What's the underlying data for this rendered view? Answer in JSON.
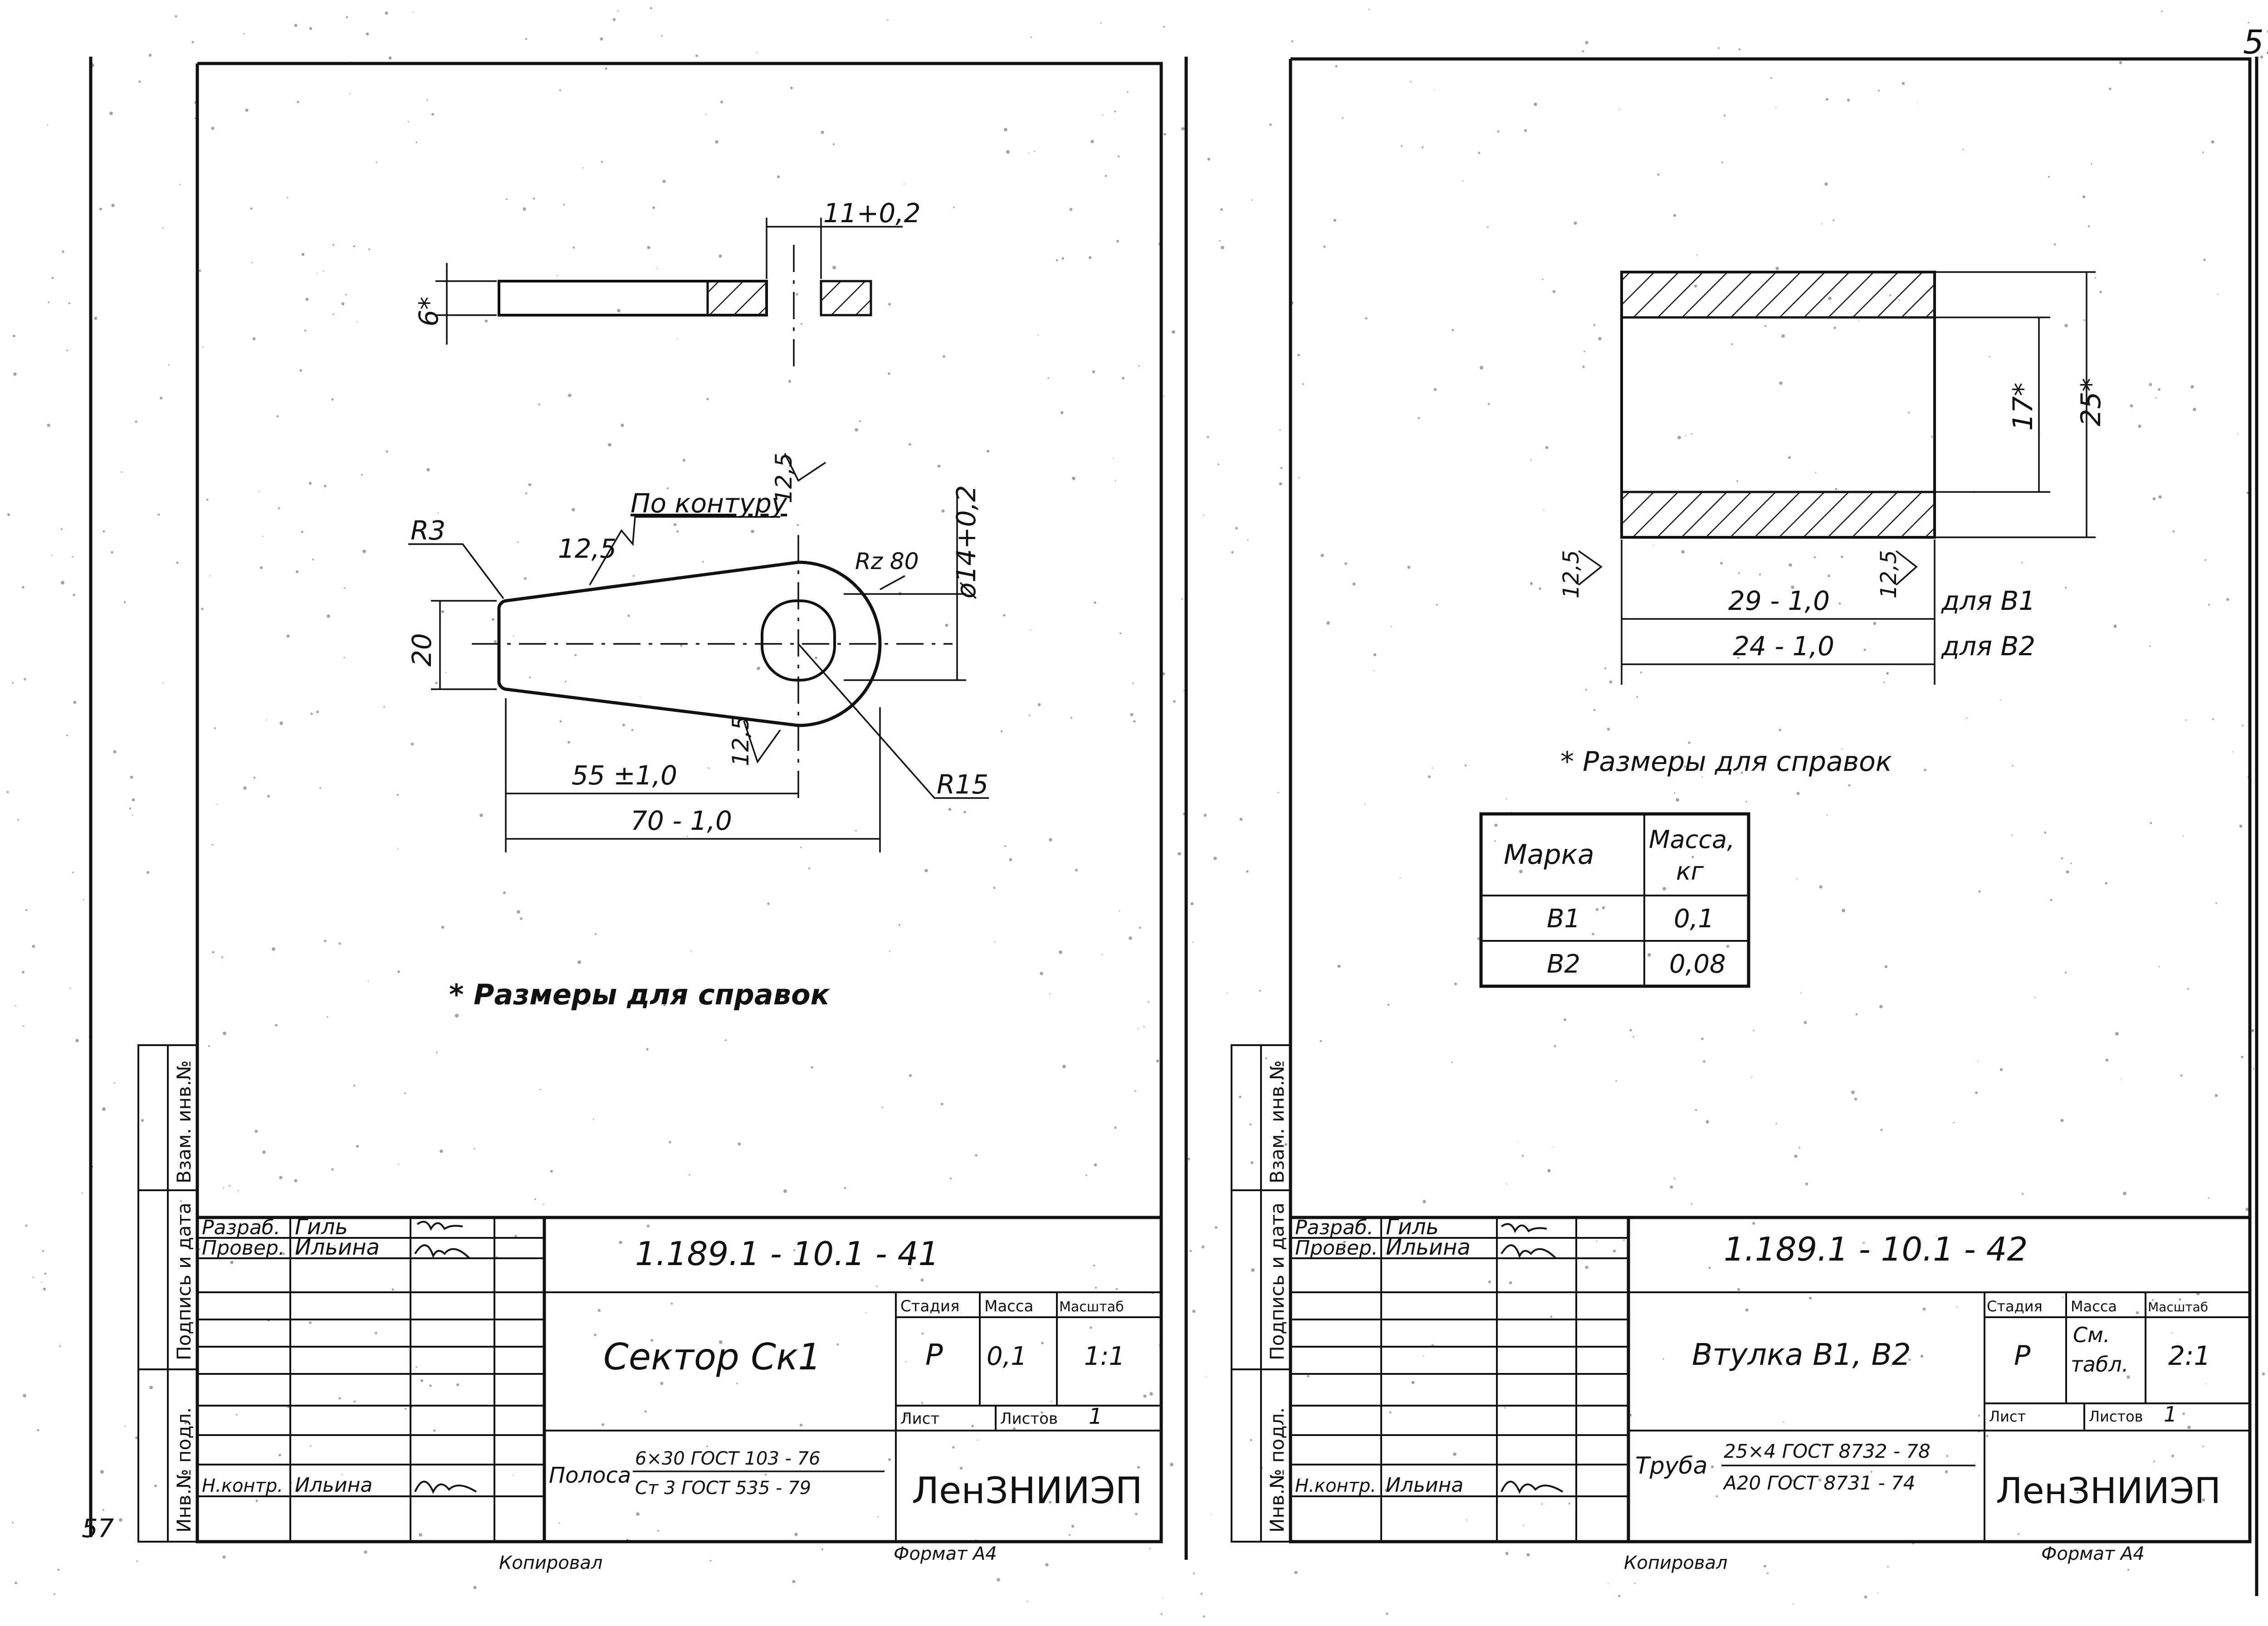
{
  "page_number": "57",
  "corner_mark": "57",
  "left_sheet": {
    "dims": {
      "thickness": "6*",
      "slot": "11+0,2",
      "roughness_top": "12,5",
      "contour_note": "По контуру",
      "contour_roughness": "12,5",
      "radius_small": "R3",
      "roughness_rz": "Rz 80",
      "hole": "ø14+0,2",
      "width": "20",
      "roughness_side": "12,5",
      "center_dist": "55 ±1,0",
      "length": "70 - 1,0",
      "radius_large": "R15"
    },
    "note": "* Размеры для справок",
    "side_labels": [
      "Инв.№ подл.",
      "Подпись и дата",
      "Взам. инв.№"
    ],
    "title_block": {
      "roles": [
        "Разраб.",
        "Провер.",
        "Н.контр."
      ],
      "names": [
        "Гиль",
        "Ильина",
        "Ильина"
      ],
      "doc_number": "1.189.1 - 10.1 - 41",
      "part_name": "Сектор Ск1",
      "stage_header": "Стадия",
      "mass_header": "Масса",
      "scale_header": "Масштаб",
      "stage": "Р",
      "mass": "0,1",
      "scale": "1:1",
      "sheet_label": "Лист",
      "sheets_label": "Листов",
      "sheets_value": "1",
      "material_label": "Полоса",
      "material_top": "6×30 ГОСТ 103 - 76",
      "material_bottom": "Ст 3 ГОСТ 535 - 79",
      "organization": "ЛенЗНИИЭП"
    },
    "footer": {
      "copied": "Копировал",
      "format": "Формат А4"
    }
  },
  "right_sheet": {
    "dims": {
      "inner": "17*",
      "outer": "25*",
      "roughness_left": "12,5",
      "roughness_right": "12,5",
      "len_b1": "29 - 1,0",
      "len_b2": "24 - 1,0",
      "for_b1": "для В1",
      "for_b2": "для В2"
    },
    "note": "* Размеры для справок",
    "mass_table": {
      "headers": [
        "Марка",
        "Масса,",
        "кг"
      ],
      "rows": [
        [
          "В1",
          "0,1"
        ],
        [
          "В2",
          "0,08"
        ]
      ]
    },
    "side_labels": [
      "Инв.№ подл.",
      "Подпись и дата",
      "Взам. инв.№"
    ],
    "title_block": {
      "roles": [
        "Разраб.",
        "Провер.",
        "Н.контр."
      ],
      "names": [
        "Гиль",
        "Ильина",
        "Ильина"
      ],
      "doc_number": "1.189.1 - 10.1 - 42",
      "part_name": "Втулка В1, В2",
      "stage_header": "Стадия",
      "mass_header": "Масса",
      "scale_header": "Масштаб",
      "stage": "Р",
      "mass_line1": "См.",
      "mass_line2": "табл.",
      "scale": "2:1",
      "sheet_label": "Лист",
      "sheets_label": "Листов",
      "sheets_value": "1",
      "material_label": "Труба",
      "material_top": "25×4 ГОСТ 8732 - 78",
      "material_bottom": "А20 ГОСТ 8731 - 74",
      "organization": "ЛенЗНИИЭП"
    },
    "footer": {
      "copied": "Копировал",
      "format": "Формат А4"
    }
  }
}
